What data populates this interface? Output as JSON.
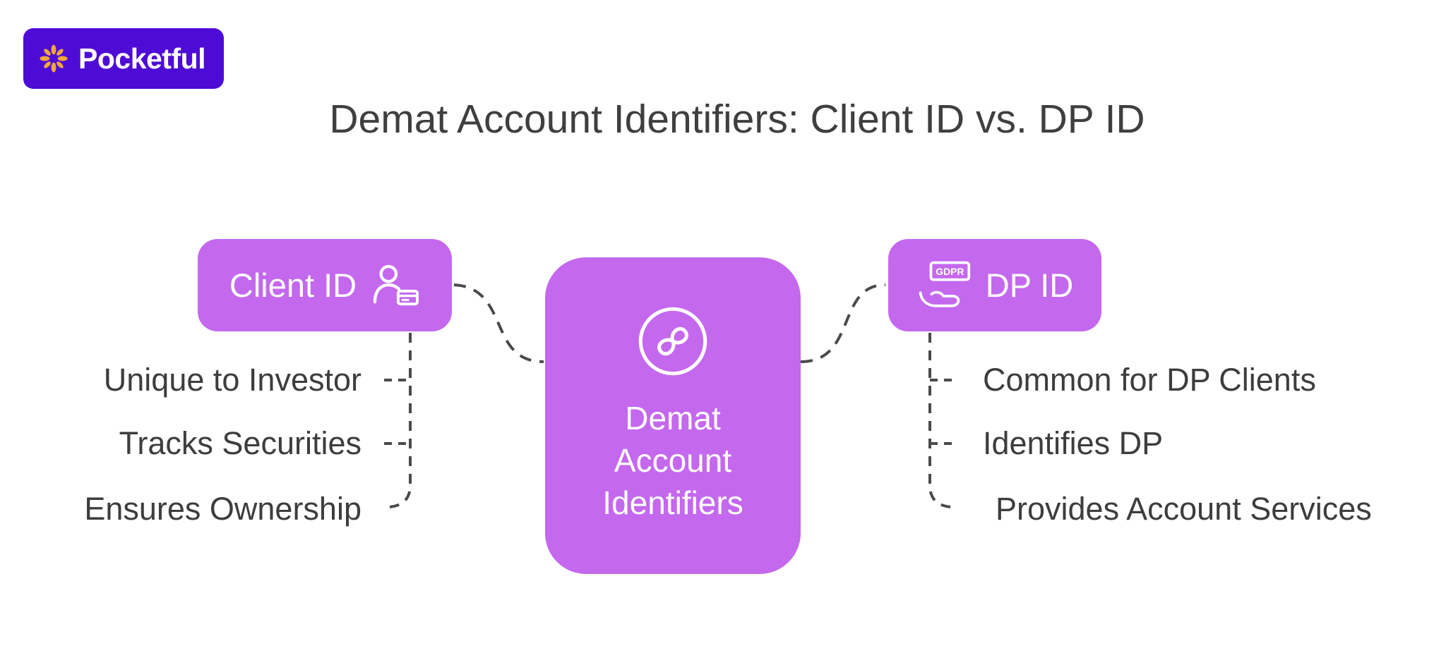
{
  "theme": {
    "accent": "#c468ee",
    "brand-bg": "#4e0bd6",
    "brand-icon": "#f0a63c",
    "text": "#3d3d3d",
    "line": "#4a4a4a",
    "page-bg": "#ffffff"
  },
  "brand": {
    "name": "Pocketful"
  },
  "title": "Demat Account Identifiers: Client ID vs. DP ID",
  "center_node": {
    "label": "Demat Account Identifiers",
    "lines": [
      "Demat",
      "Account",
      "Identifiers"
    ],
    "icon": "linked-loops-icon"
  },
  "left_branch": {
    "node_label": "Client ID",
    "icon": "person-id-card-icon",
    "items": [
      "Unique to Investor",
      "Tracks Securities",
      "Ensures Ownership"
    ]
  },
  "right_branch": {
    "node_label": "DP ID",
    "icon": "gdpr-hand-icon",
    "items": [
      "Common for DP Clients",
      "Identifies DP",
      "Provides Account Services"
    ]
  }
}
